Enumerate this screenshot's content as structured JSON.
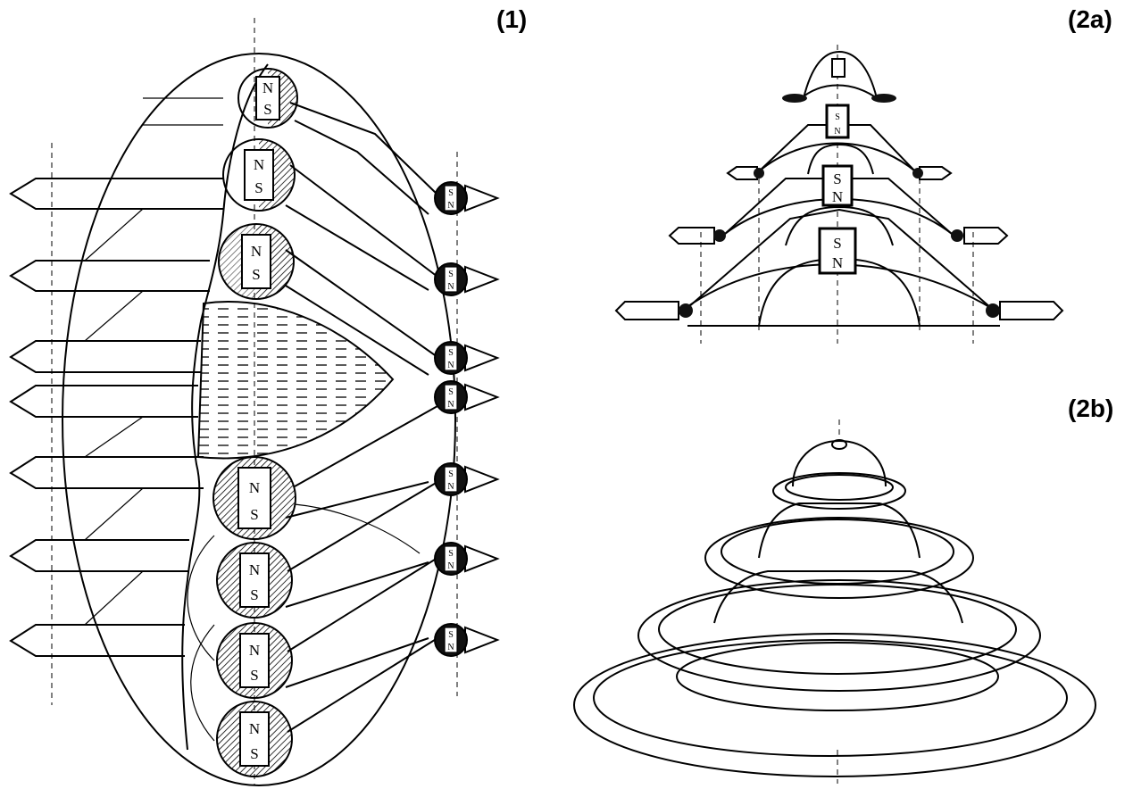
{
  "labels": {
    "panel_1": "(1)",
    "panel_2a": "(2a)",
    "panel_2b": "(2b)"
  },
  "magnet_poles": {
    "north": "N",
    "south": "S"
  },
  "colors": {
    "ink": "#000000",
    "paper": "#ffffff"
  }
}
